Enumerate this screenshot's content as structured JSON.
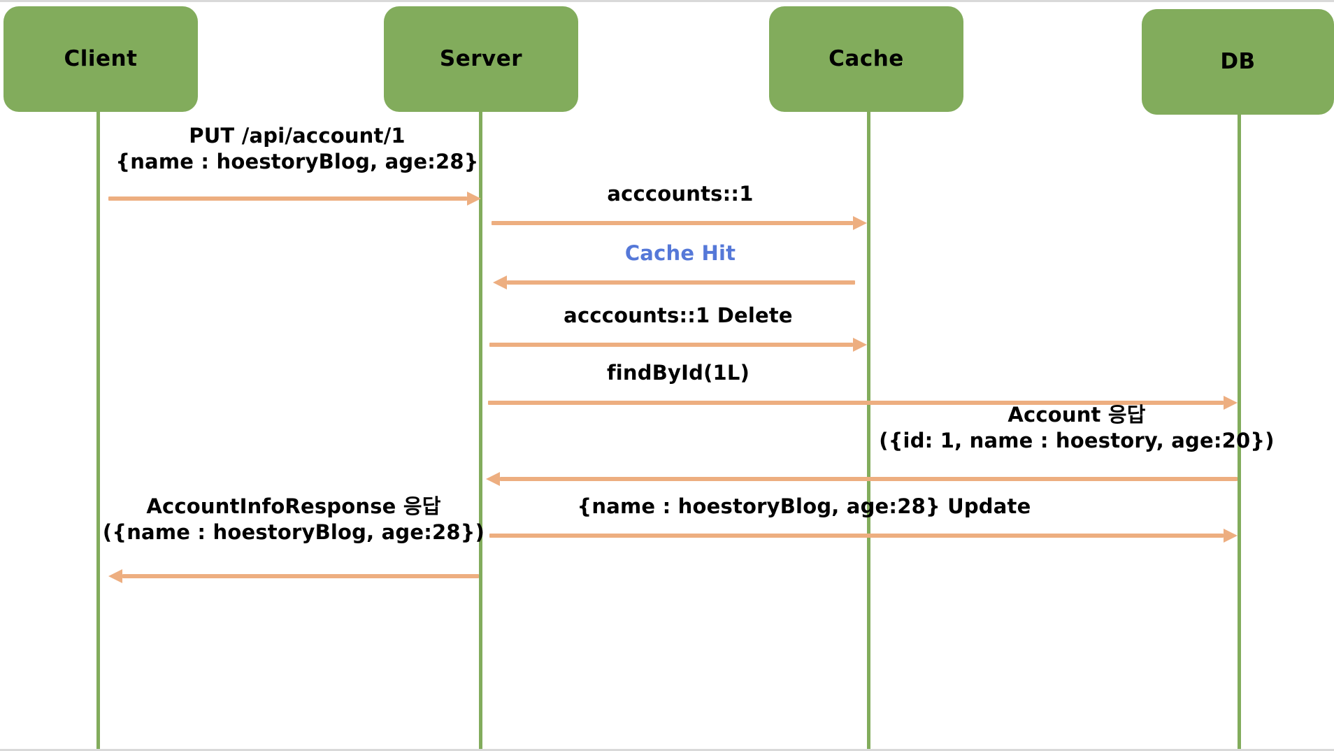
{
  "diagram": {
    "type": "sequence-diagram",
    "title": "Cache write-through update sequence",
    "colors": {
      "participant_fill": "#82AC5C",
      "lifeline": "#82AC5C",
      "arrow": "#EDAE80",
      "text": "#000000",
      "accent_text": "#5578D8",
      "background": "#FFFFFF",
      "frame_border": "#D9D9D9"
    },
    "participants": [
      {
        "id": "client",
        "label": "Client"
      },
      {
        "id": "server",
        "label": "Server"
      },
      {
        "id": "cache",
        "label": "Cache"
      },
      {
        "id": "db",
        "label": "DB"
      }
    ],
    "messages": [
      {
        "id": "m1",
        "from": "client",
        "to": "server",
        "direction": "right",
        "line1": "PUT /api/account/1",
        "line2": "{name : hoestoryBlog, age:28}",
        "accent": false
      },
      {
        "id": "m2",
        "from": "server",
        "to": "cache",
        "direction": "right",
        "line1": "acccounts::1",
        "line2": "",
        "accent": false
      },
      {
        "id": "m3",
        "from": "cache",
        "to": "server",
        "direction": "left",
        "line1": "Cache Hit",
        "line2": "",
        "accent": true
      },
      {
        "id": "m4",
        "from": "server",
        "to": "cache",
        "direction": "right",
        "line1": "acccounts::1 Delete",
        "line2": "",
        "accent": false
      },
      {
        "id": "m5",
        "from": "server",
        "to": "db",
        "direction": "right",
        "line1": "findById(1L)",
        "line2": "",
        "accent": false
      },
      {
        "id": "m6",
        "from": "db",
        "to": "server",
        "direction": "left",
        "line1": "Account 응답",
        "line2": "({id: 1, name : hoestory, age:20})",
        "accent": false
      },
      {
        "id": "m7",
        "from": "server",
        "to": "db",
        "direction": "right",
        "line1": "{name : hoestoryBlog, age:28} Update",
        "line2": "",
        "accent": false
      },
      {
        "id": "m8",
        "from": "server",
        "to": "client",
        "direction": "left",
        "line1": "AccountInfoResponse 응답",
        "line2": "({name : hoestoryBlog, age:28})",
        "accent": false
      }
    ]
  }
}
